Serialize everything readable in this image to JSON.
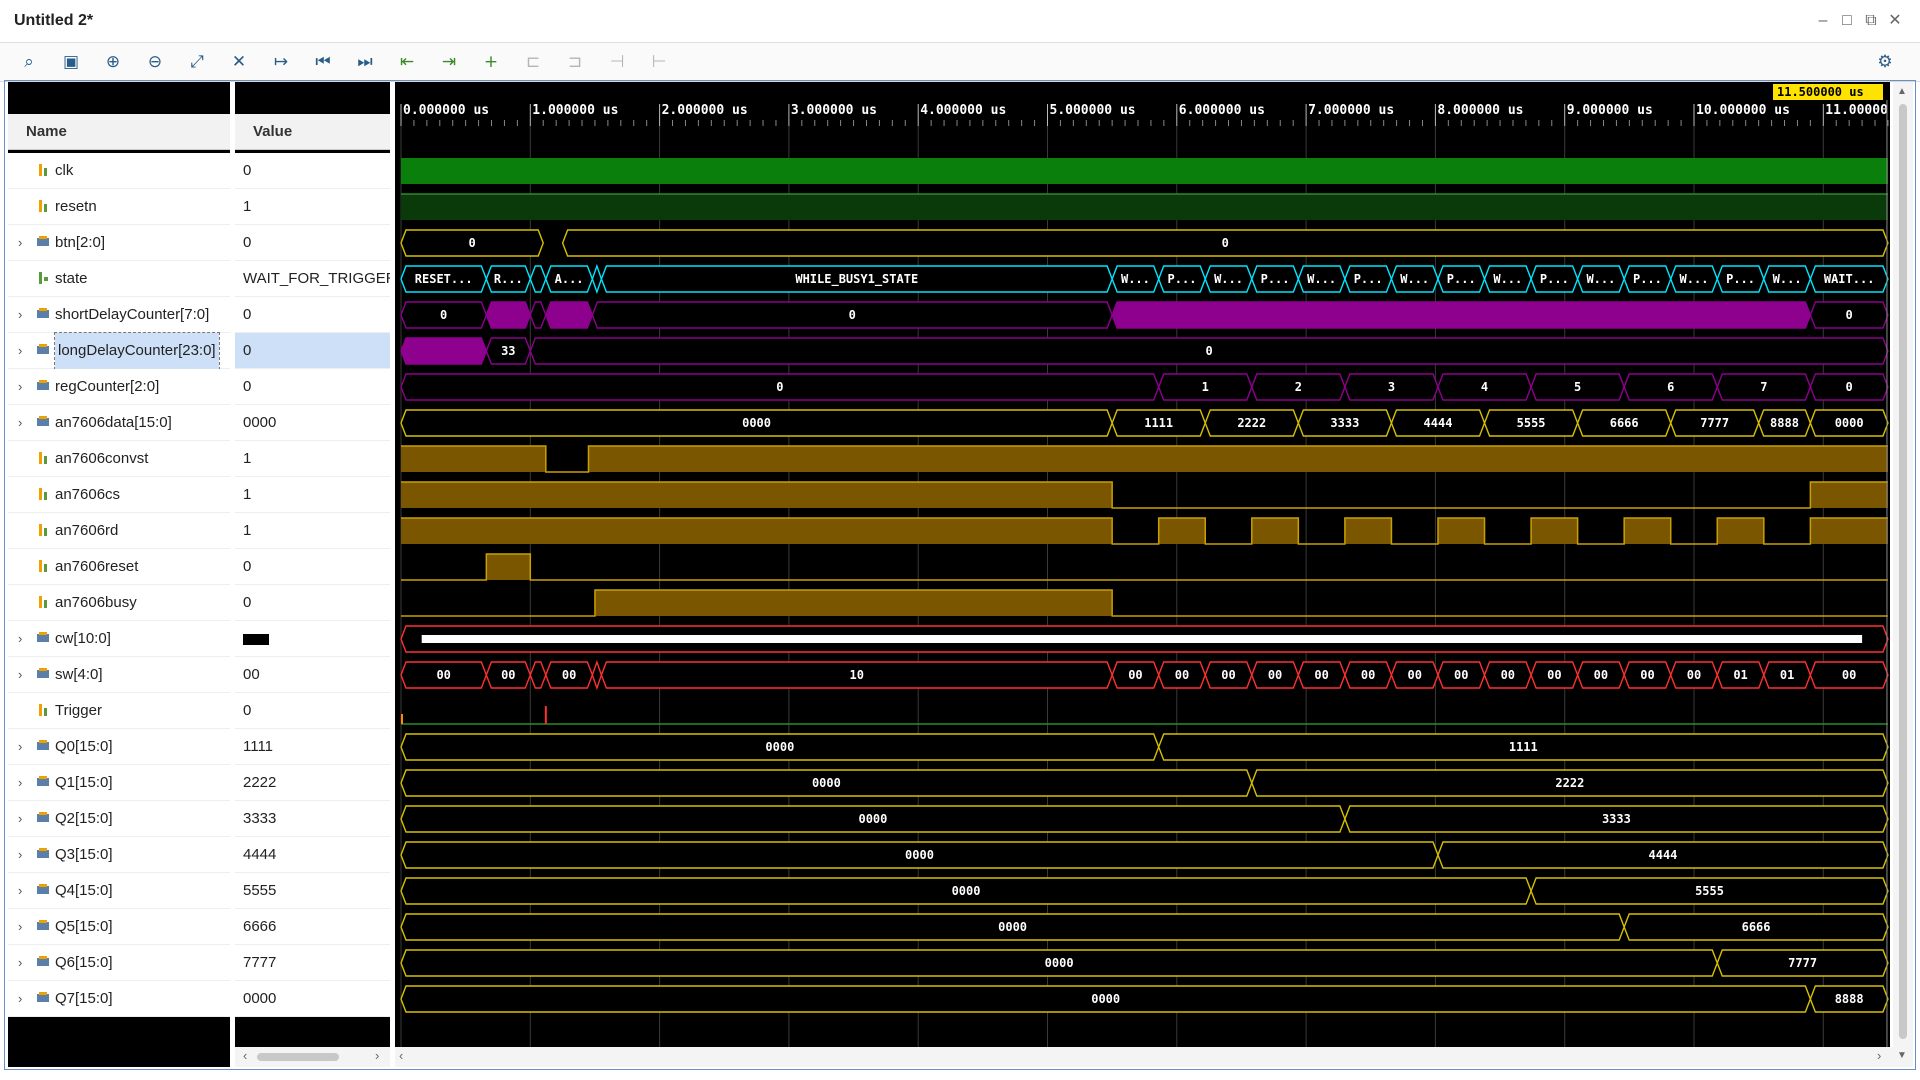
{
  "window": {
    "title": "Untitled 2*"
  },
  "toolbar": {
    "buttons": [
      {
        "name": "search-icon",
        "glyph": "⌕",
        "state": "on"
      },
      {
        "name": "save-icon",
        "glyph": "▣",
        "state": "on"
      },
      {
        "name": "zoom-in-icon",
        "glyph": "⊕",
        "state": "on"
      },
      {
        "name": "zoom-out-icon",
        "glyph": "⊖",
        "state": "on"
      },
      {
        "name": "zoom-fit-icon",
        "glyph": "⤢",
        "state": "on"
      },
      {
        "name": "cursor-off-icon",
        "glyph": "✕",
        "state": "on"
      },
      {
        "name": "go-to-cursor-icon",
        "glyph": "↦",
        "state": "on"
      },
      {
        "name": "go-to-start-icon",
        "glyph": "⏮",
        "state": "on"
      },
      {
        "name": "go-to-end-icon",
        "glyph": "⏭",
        "state": "on"
      },
      {
        "name": "previous-transition-icon",
        "glyph": "⇤",
        "state": "grn"
      },
      {
        "name": "next-transition-icon",
        "glyph": "⇥",
        "state": "grn"
      },
      {
        "name": "add-marker-icon",
        "glyph": "+",
        "state": "grn"
      },
      {
        "name": "previous-marker-icon",
        "glyph": "⊏",
        "state": "dis"
      },
      {
        "name": "next-marker-icon",
        "glyph": "⊐",
        "state": "dis"
      },
      {
        "name": "swap-cursors-icon",
        "glyph": "⊣",
        "state": "dis"
      },
      {
        "name": "measure-icon",
        "glyph": "⊢",
        "state": "dis"
      }
    ]
  },
  "headers": {
    "name": "Name",
    "value": "Value"
  },
  "cursor_time": "11.500000 us",
  "timeline": {
    "labels": [
      "0.000000 us",
      "1.000000 us",
      "2.000000 us",
      "3.000000 us",
      "4.000000 us",
      "5.000000 us",
      "6.000000 us",
      "7.000000 us",
      "8.000000 us",
      "9.000000 us",
      "10.000000 us",
      "11.00000"
    ]
  },
  "colors": {
    "wave_bg": "#000000",
    "clk": "#0b7f0b",
    "bit_line": "#2b8b2b",
    "bus": "#d7c000",
    "state": "#00e5ff",
    "purple": "#8e008e",
    "amber": "#7a5600",
    "amber_line": "#c9a000",
    "red": "#ff3030",
    "grid": "#3a3a3a",
    "cursor": "#ffe300"
  },
  "signals": [
    {
      "name": "clk",
      "value": "0",
      "kind": "bit",
      "icon": "bit-icon"
    },
    {
      "name": "resetn",
      "value": "1",
      "kind": "bit",
      "icon": "bit-icon"
    },
    {
      "name": "btn[2:0]",
      "value": "0",
      "kind": "bus",
      "icon": "bus-icon"
    },
    {
      "name": "state",
      "value": "WAIT_FOR_TRIGGER_S",
      "kind": "bit",
      "icon": "enum-icon"
    },
    {
      "name": "shortDelayCounter[7:0]",
      "value": "0",
      "kind": "bus",
      "icon": "bus-icon"
    },
    {
      "name": "longDelayCounter[23:0]",
      "value": "0",
      "kind": "bus",
      "icon": "bus-icon",
      "selected": true
    },
    {
      "name": "regCounter[2:0]",
      "value": "0",
      "kind": "bus",
      "icon": "bus-icon"
    },
    {
      "name": "an7606data[15:0]",
      "value": "0000",
      "kind": "bus",
      "icon": "bus-icon"
    },
    {
      "name": "an7606convst",
      "value": "1",
      "kind": "bit",
      "icon": "bit-icon"
    },
    {
      "name": "an7606cs",
      "value": "1",
      "kind": "bit",
      "icon": "bit-icon"
    },
    {
      "name": "an7606rd",
      "value": "1",
      "kind": "bit",
      "icon": "bit-icon"
    },
    {
      "name": "an7606reset",
      "value": "0",
      "kind": "bit",
      "icon": "bit-icon"
    },
    {
      "name": "an7606busy",
      "value": "0",
      "kind": "bit",
      "icon": "bit-icon"
    },
    {
      "name": "cw[10:0]",
      "value": "",
      "kind": "bus",
      "icon": "bus-icon"
    },
    {
      "name": "sw[4:0]",
      "value": "00",
      "kind": "bus",
      "icon": "bus-icon"
    },
    {
      "name": "Trigger",
      "value": "0",
      "kind": "bit",
      "icon": "bit-icon"
    },
    {
      "name": "Q0[15:0]",
      "value": "1111",
      "kind": "bus",
      "icon": "bus-icon"
    },
    {
      "name": "Q1[15:0]",
      "value": "2222",
      "kind": "bus",
      "icon": "bus-icon"
    },
    {
      "name": "Q2[15:0]",
      "value": "3333",
      "kind": "bus",
      "icon": "bus-icon"
    },
    {
      "name": "Q3[15:0]",
      "value": "4444",
      "kind": "bus",
      "icon": "bus-icon"
    },
    {
      "name": "Q4[15:0]",
      "value": "5555",
      "kind": "bus",
      "icon": "bus-icon"
    },
    {
      "name": "Q5[15:0]",
      "value": "6666",
      "kind": "bus",
      "icon": "bus-icon"
    },
    {
      "name": "Q6[15:0]",
      "value": "7777",
      "kind": "bus",
      "icon": "bus-icon"
    },
    {
      "name": "Q7[15:0]",
      "value": "0000",
      "kind": "bus",
      "icon": "bus-icon"
    }
  ],
  "waves": {
    "btn": [
      {
        "from": 0,
        "to": 1.1,
        "label": "0"
      },
      {
        "from": 1.25,
        "to": 11.5,
        "label": "0"
      }
    ],
    "state": [
      {
        "from": 0,
        "to": 0.66,
        "label": "RESET..."
      },
      {
        "from": 0.66,
        "to": 1.0,
        "label": "R..."
      },
      {
        "from": 1.0,
        "to": 1.12,
        "label": ""
      },
      {
        "from": 1.12,
        "to": 1.48,
        "label": "A..."
      },
      {
        "from": 1.48,
        "to": 1.55,
        "label": ""
      },
      {
        "from": 1.55,
        "to": 5.5,
        "label": "WHILE_BUSY1_STATE"
      },
      {
        "from": 5.5,
        "to": 5.86,
        "label": "W..."
      },
      {
        "from": 5.86,
        "to": 6.22,
        "label": "P..."
      },
      {
        "from": 6.22,
        "to": 6.58,
        "label": "W..."
      },
      {
        "from": 6.58,
        "to": 6.94,
        "label": "P..."
      },
      {
        "from": 6.94,
        "to": 7.3,
        "label": "W..."
      },
      {
        "from": 7.3,
        "to": 7.66,
        "label": "P..."
      },
      {
        "from": 7.66,
        "to": 8.02,
        "label": "W..."
      },
      {
        "from": 8.02,
        "to": 8.38,
        "label": "P..."
      },
      {
        "from": 8.38,
        "to": 8.74,
        "label": "W..."
      },
      {
        "from": 8.74,
        "to": 9.1,
        "label": "P..."
      },
      {
        "from": 9.1,
        "to": 9.46,
        "label": "W..."
      },
      {
        "from": 9.46,
        "to": 9.82,
        "label": "P..."
      },
      {
        "from": 9.82,
        "to": 10.18,
        "label": "W..."
      },
      {
        "from": 10.18,
        "to": 10.54,
        "label": "P..."
      },
      {
        "from": 10.54,
        "to": 10.9,
        "label": "W..."
      },
      {
        "from": 10.9,
        "to": 11.5,
        "label": "WAIT..."
      }
    ],
    "shortDelay": [
      {
        "from": 0,
        "to": 0.66,
        "label": "0",
        "fill": false
      },
      {
        "from": 0.66,
        "to": 1.0,
        "label": "",
        "fill": true
      },
      {
        "from": 1.0,
        "to": 1.12,
        "label": "",
        "fill": false
      },
      {
        "from": 1.12,
        "to": 1.48,
        "label": "",
        "fill": true
      },
      {
        "from": 1.48,
        "to": 5.5,
        "label": "0",
        "fill": false
      },
      {
        "from": 5.5,
        "to": 10.9,
        "label": "",
        "fill": true
      },
      {
        "from": 10.9,
        "to": 11.5,
        "label": "0",
        "fill": false
      }
    ],
    "longDelay": [
      {
        "from": 0,
        "to": 0.66,
        "label": "",
        "fill": true
      },
      {
        "from": 0.66,
        "to": 1.0,
        "label": "33",
        "fill": false
      },
      {
        "from": 1.0,
        "to": 11.5,
        "label": "0",
        "fill": false
      }
    ],
    "regCounter": [
      {
        "from": 0,
        "to": 5.86,
        "label": "0"
      },
      {
        "from": 5.86,
        "to": 6.58,
        "label": "1"
      },
      {
        "from": 6.58,
        "to": 7.3,
        "label": "2"
      },
      {
        "from": 7.3,
        "to": 8.02,
        "label": "3"
      },
      {
        "from": 8.02,
        "to": 8.74,
        "label": "4"
      },
      {
        "from": 8.74,
        "to": 9.46,
        "label": "5"
      },
      {
        "from": 9.46,
        "to": 10.18,
        "label": "6"
      },
      {
        "from": 10.18,
        "to": 10.9,
        "label": "7"
      },
      {
        "from": 10.9,
        "to": 11.5,
        "label": "0"
      }
    ],
    "an7606data": [
      {
        "from": 0,
        "to": 5.5,
        "label": "0000"
      },
      {
        "from": 5.5,
        "to": 6.22,
        "label": "1111"
      },
      {
        "from": 6.22,
        "to": 6.94,
        "label": "2222"
      },
      {
        "from": 6.94,
        "to": 7.66,
        "label": "3333"
      },
      {
        "from": 7.66,
        "to": 8.38,
        "label": "4444"
      },
      {
        "from": 8.38,
        "to": 9.1,
        "label": "5555"
      },
      {
        "from": 9.1,
        "to": 9.82,
        "label": "6666"
      },
      {
        "from": 9.82,
        "to": 10.5,
        "label": "7777"
      },
      {
        "from": 10.5,
        "to": 10.9,
        "label": "8888"
      },
      {
        "from": 10.9,
        "to": 11.5,
        "label": "0000"
      }
    ],
    "convst": [
      {
        "from": 0,
        "to": 1.12,
        "v": 1
      },
      {
        "from": 1.12,
        "to": 1.45,
        "v": 0
      },
      {
        "from": 1.45,
        "to": 11.5,
        "v": 1
      }
    ],
    "cs": [
      {
        "from": 0,
        "to": 5.5,
        "v": 1
      },
      {
        "from": 5.5,
        "to": 10.9,
        "v": 0
      },
      {
        "from": 10.9,
        "to": 11.5,
        "v": 1
      }
    ],
    "rd": [
      {
        "from": 0,
        "to": 5.5,
        "v": 1
      },
      {
        "from": 5.5,
        "to": 5.86,
        "v": 0
      },
      {
        "from": 5.86,
        "to": 6.22,
        "v": 1
      },
      {
        "from": 6.22,
        "to": 6.58,
        "v": 0
      },
      {
        "from": 6.58,
        "to": 6.94,
        "v": 1
      },
      {
        "from": 6.94,
        "to": 7.3,
        "v": 0
      },
      {
        "from": 7.3,
        "to": 7.66,
        "v": 1
      },
      {
        "from": 7.66,
        "to": 8.02,
        "v": 0
      },
      {
        "from": 8.02,
        "to": 8.38,
        "v": 1
      },
      {
        "from": 8.38,
        "to": 8.74,
        "v": 0
      },
      {
        "from": 8.74,
        "to": 9.1,
        "v": 1
      },
      {
        "from": 9.1,
        "to": 9.46,
        "v": 0
      },
      {
        "from": 9.46,
        "to": 9.82,
        "v": 1
      },
      {
        "from": 9.82,
        "to": 10.18,
        "v": 0
      },
      {
        "from": 10.18,
        "to": 10.54,
        "v": 1
      },
      {
        "from": 10.54,
        "to": 10.9,
        "v": 0
      },
      {
        "from": 10.9,
        "to": 11.5,
        "v": 1
      }
    ],
    "reset": [
      {
        "from": 0,
        "to": 0.66,
        "v": 0
      },
      {
        "from": 0.66,
        "to": 1.0,
        "v": 1
      },
      {
        "from": 1.0,
        "to": 11.5,
        "v": 0
      }
    ],
    "busy": [
      {
        "from": 0,
        "to": 1.5,
        "v": 0
      },
      {
        "from": 1.5,
        "to": 5.5,
        "v": 1
      },
      {
        "from": 5.5,
        "to": 11.5,
        "v": 0
      }
    ],
    "sw": [
      {
        "from": 0,
        "to": 0.66,
        "label": "00"
      },
      {
        "from": 0.66,
        "to": 1.0,
        "label": "00"
      },
      {
        "from": 1.0,
        "to": 1.12,
        "label": ""
      },
      {
        "from": 1.12,
        "to": 1.48,
        "label": "00"
      },
      {
        "from": 1.48,
        "to": 1.55,
        "label": ""
      },
      {
        "from": 1.55,
        "to": 5.5,
        "label": "10"
      },
      {
        "from": 5.5,
        "to": 5.86,
        "label": "00"
      },
      {
        "from": 5.86,
        "to": 6.22,
        "label": "00"
      },
      {
        "from": 6.22,
        "to": 6.58,
        "label": "00"
      },
      {
        "from": 6.58,
        "to": 6.94,
        "label": "00"
      },
      {
        "from": 6.94,
        "to": 7.3,
        "label": "00"
      },
      {
        "from": 7.3,
        "to": 7.66,
        "label": "00"
      },
      {
        "from": 7.66,
        "to": 8.02,
        "label": "00"
      },
      {
        "from": 8.02,
        "to": 8.38,
        "label": "00"
      },
      {
        "from": 8.38,
        "to": 8.74,
        "label": "00"
      },
      {
        "from": 8.74,
        "to": 9.1,
        "label": "00"
      },
      {
        "from": 9.1,
        "to": 9.46,
        "label": "00"
      },
      {
        "from": 9.46,
        "to": 9.82,
        "label": "00"
      },
      {
        "from": 9.82,
        "to": 10.18,
        "label": "00"
      },
      {
        "from": 10.18,
        "to": 10.54,
        "label": "01"
      },
      {
        "from": 10.54,
        "to": 10.9,
        "label": "01"
      },
      {
        "from": 10.9,
        "to": 11.5,
        "label": "00"
      }
    ],
    "trigger_pulse": 1.12,
    "Q": [
      {
        "t": 5.86,
        "before": "0000",
        "after": "1111"
      },
      {
        "t": 6.58,
        "before": "0000",
        "after": "2222"
      },
      {
        "t": 7.3,
        "before": "0000",
        "after": "3333"
      },
      {
        "t": 8.02,
        "before": "0000",
        "after": "4444"
      },
      {
        "t": 8.74,
        "before": "0000",
        "after": "5555"
      },
      {
        "t": 9.46,
        "before": "0000",
        "after": "6666"
      },
      {
        "t": 10.18,
        "before": "0000",
        "after": "7777"
      },
      {
        "t": 10.9,
        "before": "0000",
        "after": "8888"
      }
    ]
  }
}
